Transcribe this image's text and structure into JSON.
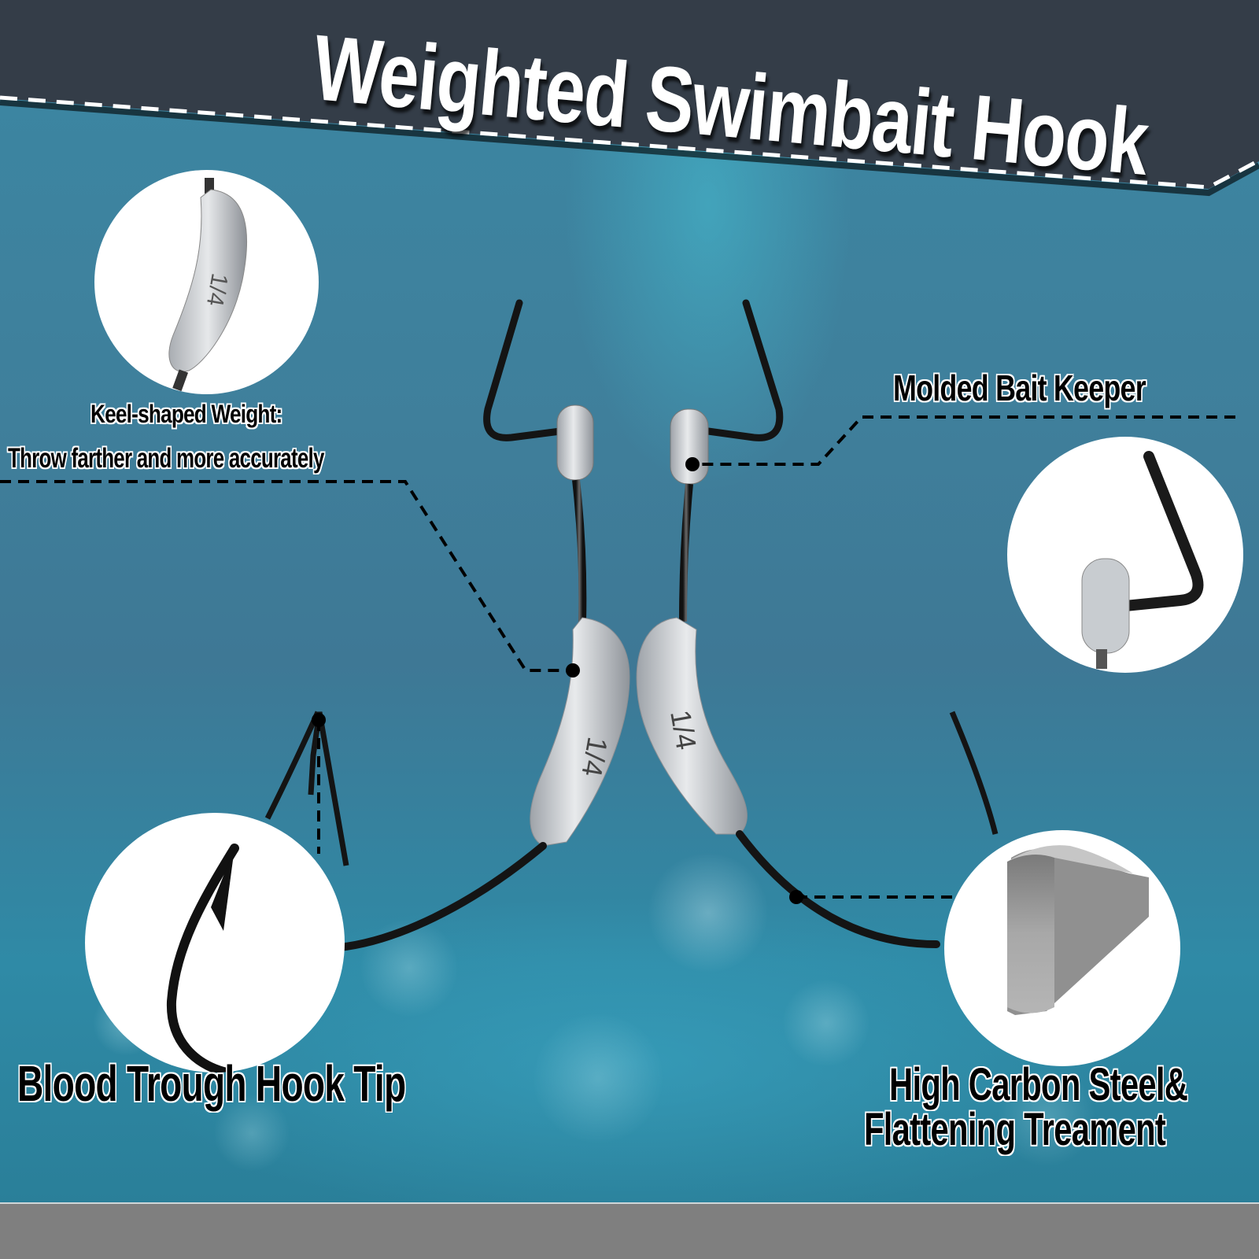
{
  "title": "Weighted Swimbait Hook",
  "colors": {
    "header_bg": "#343d48",
    "water_top": "#3b87a3",
    "water_bottom": "#2a7f99",
    "bottom_bar": "#7f7f7f",
    "hook_black": "#141414",
    "lead_silver": "#c9cdd2"
  },
  "features": [
    {
      "id": "keel-weight",
      "label_line1": "Keel-shaped Weight:",
      "label_line2": "Throw farther and more accurately",
      "icon": "keel-weight-icon"
    },
    {
      "id": "bait-keeper",
      "label": "Molded Bait Keeper",
      "icon": "bait-keeper-icon"
    },
    {
      "id": "hook-tip",
      "label": "Blood Trough Hook Tip",
      "icon": "hook-tip-icon"
    },
    {
      "id": "steel",
      "label_line1": "High Carbon Steel&",
      "label_line2": "Flattening Treament",
      "icon": "flattened-steel-icon"
    }
  ],
  "weight_marking": "1/4"
}
